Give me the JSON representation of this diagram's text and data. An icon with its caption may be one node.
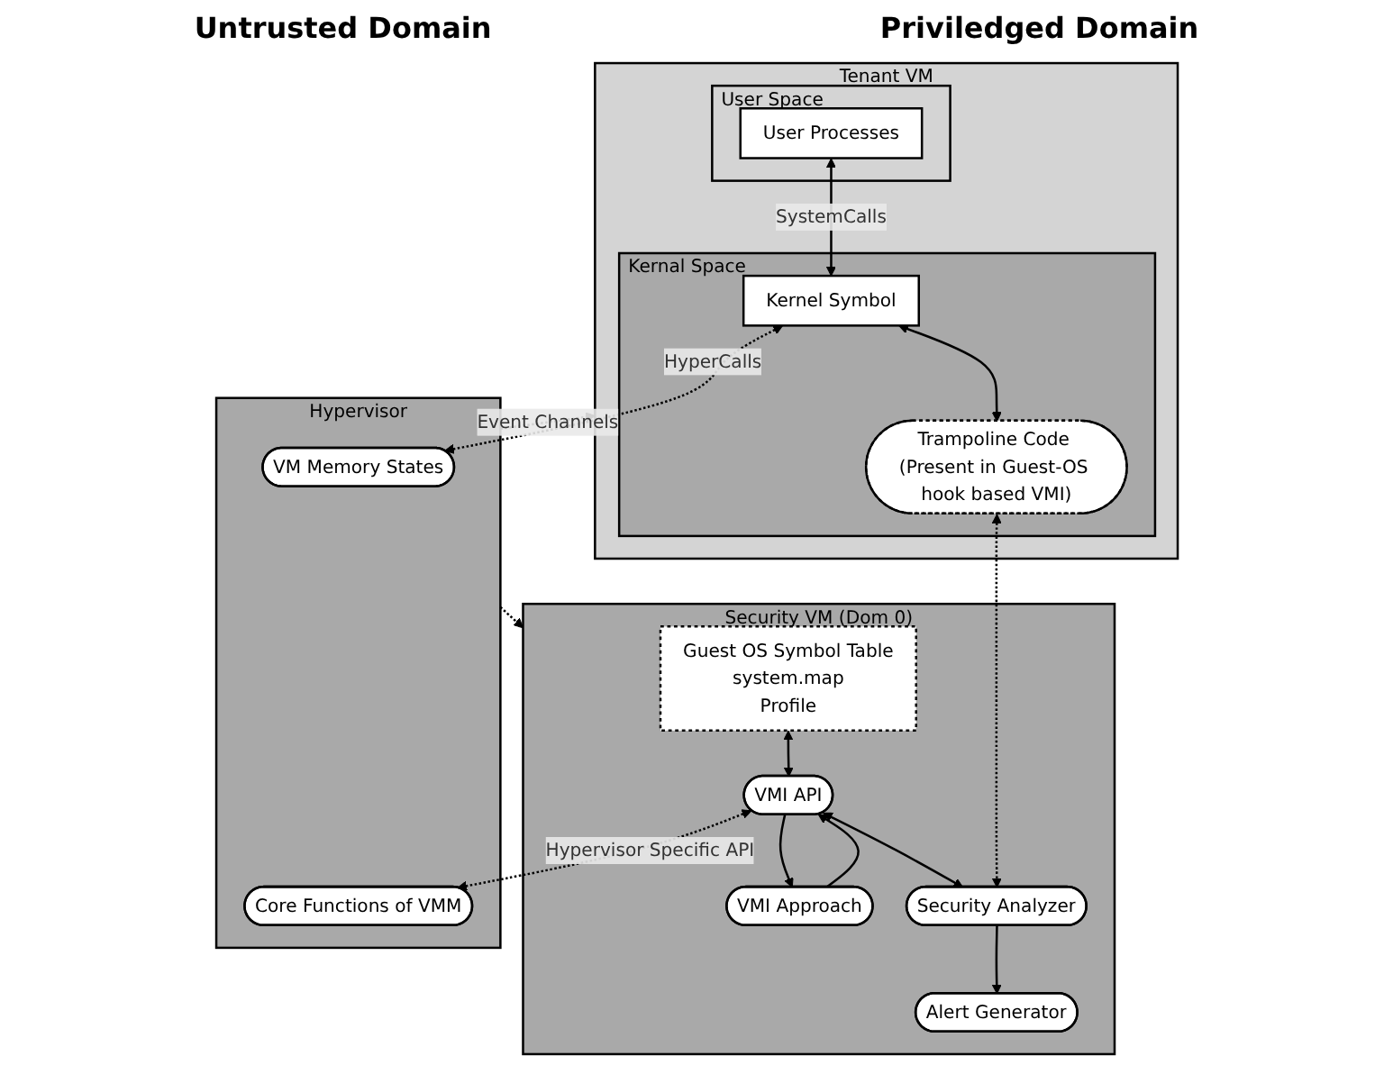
{
  "diagram": {
    "nodes": [
      {
        "text": [
          "Tenant VM"
        ]
      },
      {
        "text": [
          "User Space"
        ],
        "in": 0
      },
      {
        "text": [
          "User Processes"
        ],
        "in": 1
      },
      {
        "text": [
          "Kernal Space"
        ],
        "in": 0
      },
      {
        "text": [
          "Kernel Symbol"
        ],
        "in": 3
      },
      {
        "text": [
          "Trampoline Code (Present in Guest-OS hook based VMI)"
        ],
        "in": 3
      },
      {
        "text": [
          "Security VM (Dom 0)"
        ]
      },
      {
        "text": [
          "Guest OS Symbol Table",
          "system.map",
          "Profile"
        ],
        "in": 6
      },
      {
        "text": [
          "VMI Approach"
        ],
        "in": 6
      },
      {
        "text": [
          "VMI API"
        ],
        "in": 6
      },
      {
        "text": [
          "Alert Generator"
        ],
        "in": 6
      },
      {
        "text": [
          "Security Analyzer"
        ],
        "in": 6
      },
      {
        "text": [
          "Hypervisor"
        ]
      },
      {
        "text": [
          "VM Memory States"
        ],
        "in": 12
      },
      {
        "text": [
          "Core Functions of VMM"
        ],
        "in": 12
      }
    ],
    "edges": [
      {
        "from": 2,
        "to": 4,
        "arrow": "both",
        "label": "SystemCalls"
      },
      {
        "from": 4,
        "to": 5,
        "arrow": "both"
      },
      {
        "from": 9,
        "to": 8,
        "arrow": "to"
      },
      {
        "from": 8,
        "to": 9,
        "arrow": "to"
      },
      {
        "from": 7,
        "to": 9,
        "arrow": "both"
      },
      {
        "from": 9,
        "to": 11,
        "arrow": "both"
      },
      {
        "from": 11,
        "to": 10,
        "arrow": "to"
      },
      {
        "from": 5,
        "to": 11,
        "arrow": "both",
        "style": "dashed"
      },
      {
        "from": 4,
        "to": 13,
        "arrow": "both",
        "style": "dashed",
        "label": "HyperCalls"
      },
      {
        "from": 12,
        "to": 0,
        "arrow": "to",
        "style": "dashed",
        "label": "Event Channels"
      },
      {
        "from": 12,
        "to": 6,
        "arrow": "to",
        "style": "dashed"
      },
      {
        "from": 9,
        "to": 14,
        "arrow": "both",
        "style": "dashed",
        "label": "Hypervisor Specific API"
      }
    ],
    "labels": [
      "Untrusted Domain",
      "Priviledged Domain"
    ]
  }
}
